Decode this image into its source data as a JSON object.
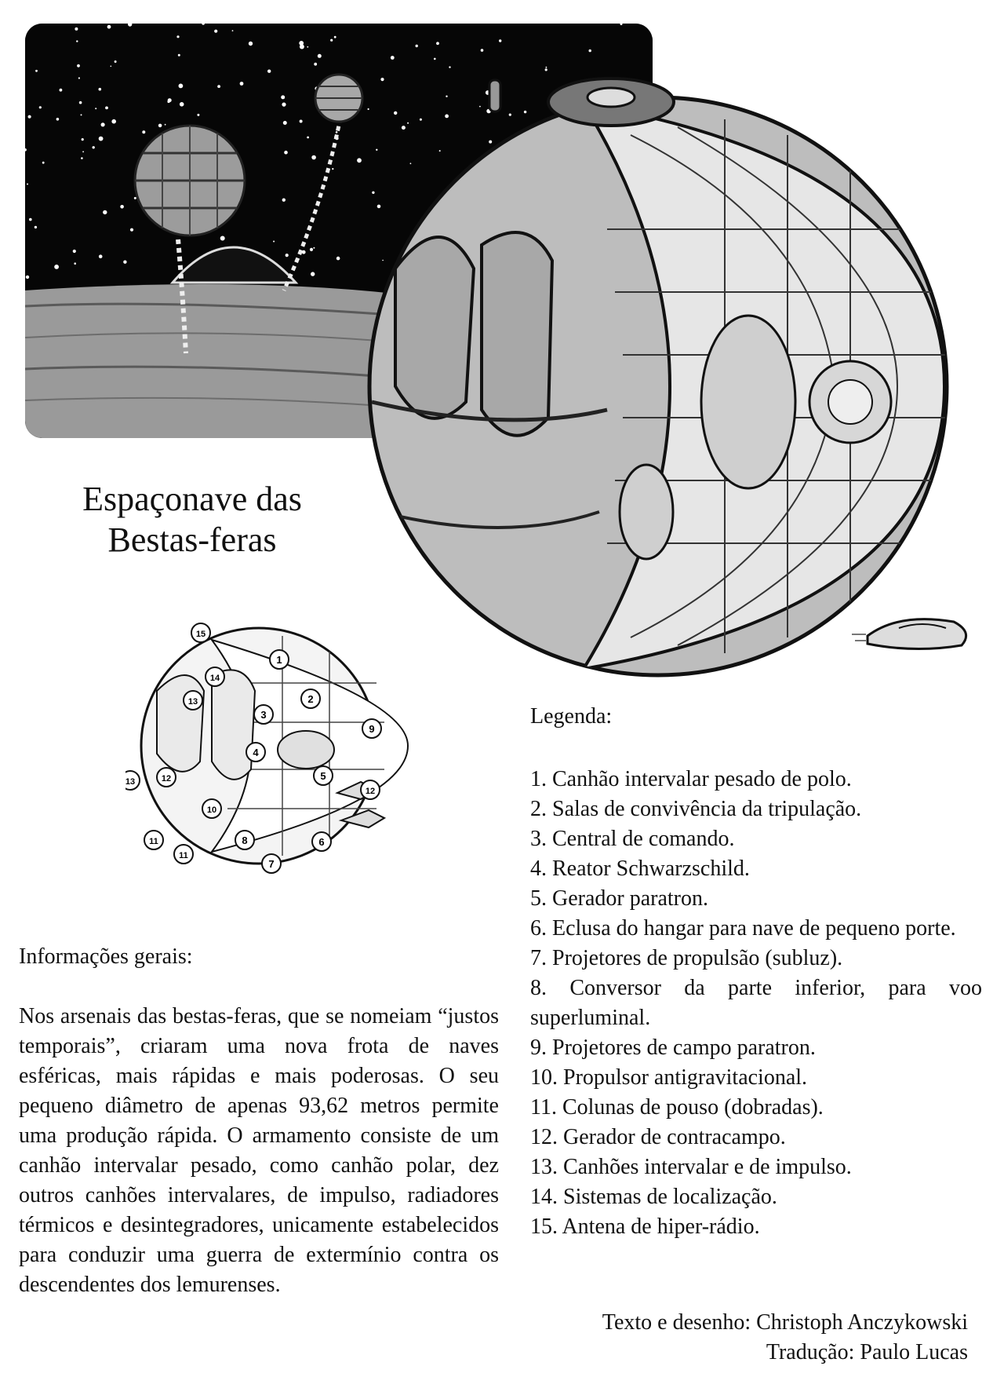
{
  "title": {
    "line1": "Espaçonave das",
    "line2": "Bestas-feras"
  },
  "legend": {
    "heading": "Legenda:",
    "items": [
      "1. Canhão intervalar pesado de polo.",
      "2. Salas de convivência da tripulação.",
      "3. Central de comando.",
      "4. Reator Schwarzschild.",
      "5. Gerador paratron.",
      "6. Eclusa do hangar para nave de pequeno porte.",
      "7. Projetores de propulsão (subluz).",
      "8. Conversor da parte inferior, para voo superluminal.",
      "9. Projetores de campo paratron.",
      "10. Propulsor antigravitacional.",
      "11. Colunas de pouso (dobradas).",
      "12. Gerador de contracampo.",
      "13. Canhões intervalar e de impulso.",
      "14. Sistemas de localização.",
      "15. Antena de hiper-rádio."
    ]
  },
  "info": {
    "heading": "Informações gerais:",
    "body": "Nos arsenais das bestas-feras, que se nomeiam “justos temporais”, criaram uma nova frota de naves esféricas, mais rápidas e mais poderosas. O seu pequeno diâmetro de apenas 93,62 metros permite uma produção rápida. O armamento consiste de um canhão intervalar pesado, como canhão polar, dez outros canhões intervalares, de impulso, radiadores térmicos e desintegradores, unicamente estabelecidos para conduzir uma guerra de extermínio contra os descendentes dos lemurenses."
  },
  "diagram_labels": [
    "1",
    "2",
    "3",
    "4",
    "5",
    "6",
    "7",
    "8",
    "9",
    "10",
    "11",
    "11",
    "12",
    "12",
    "13",
    "13",
    "14",
    "15"
  ],
  "credits": {
    "text_drawing": "Texto e desenho: Christoph Anczykowski",
    "translation": "Tradução: Paulo Lucas"
  }
}
